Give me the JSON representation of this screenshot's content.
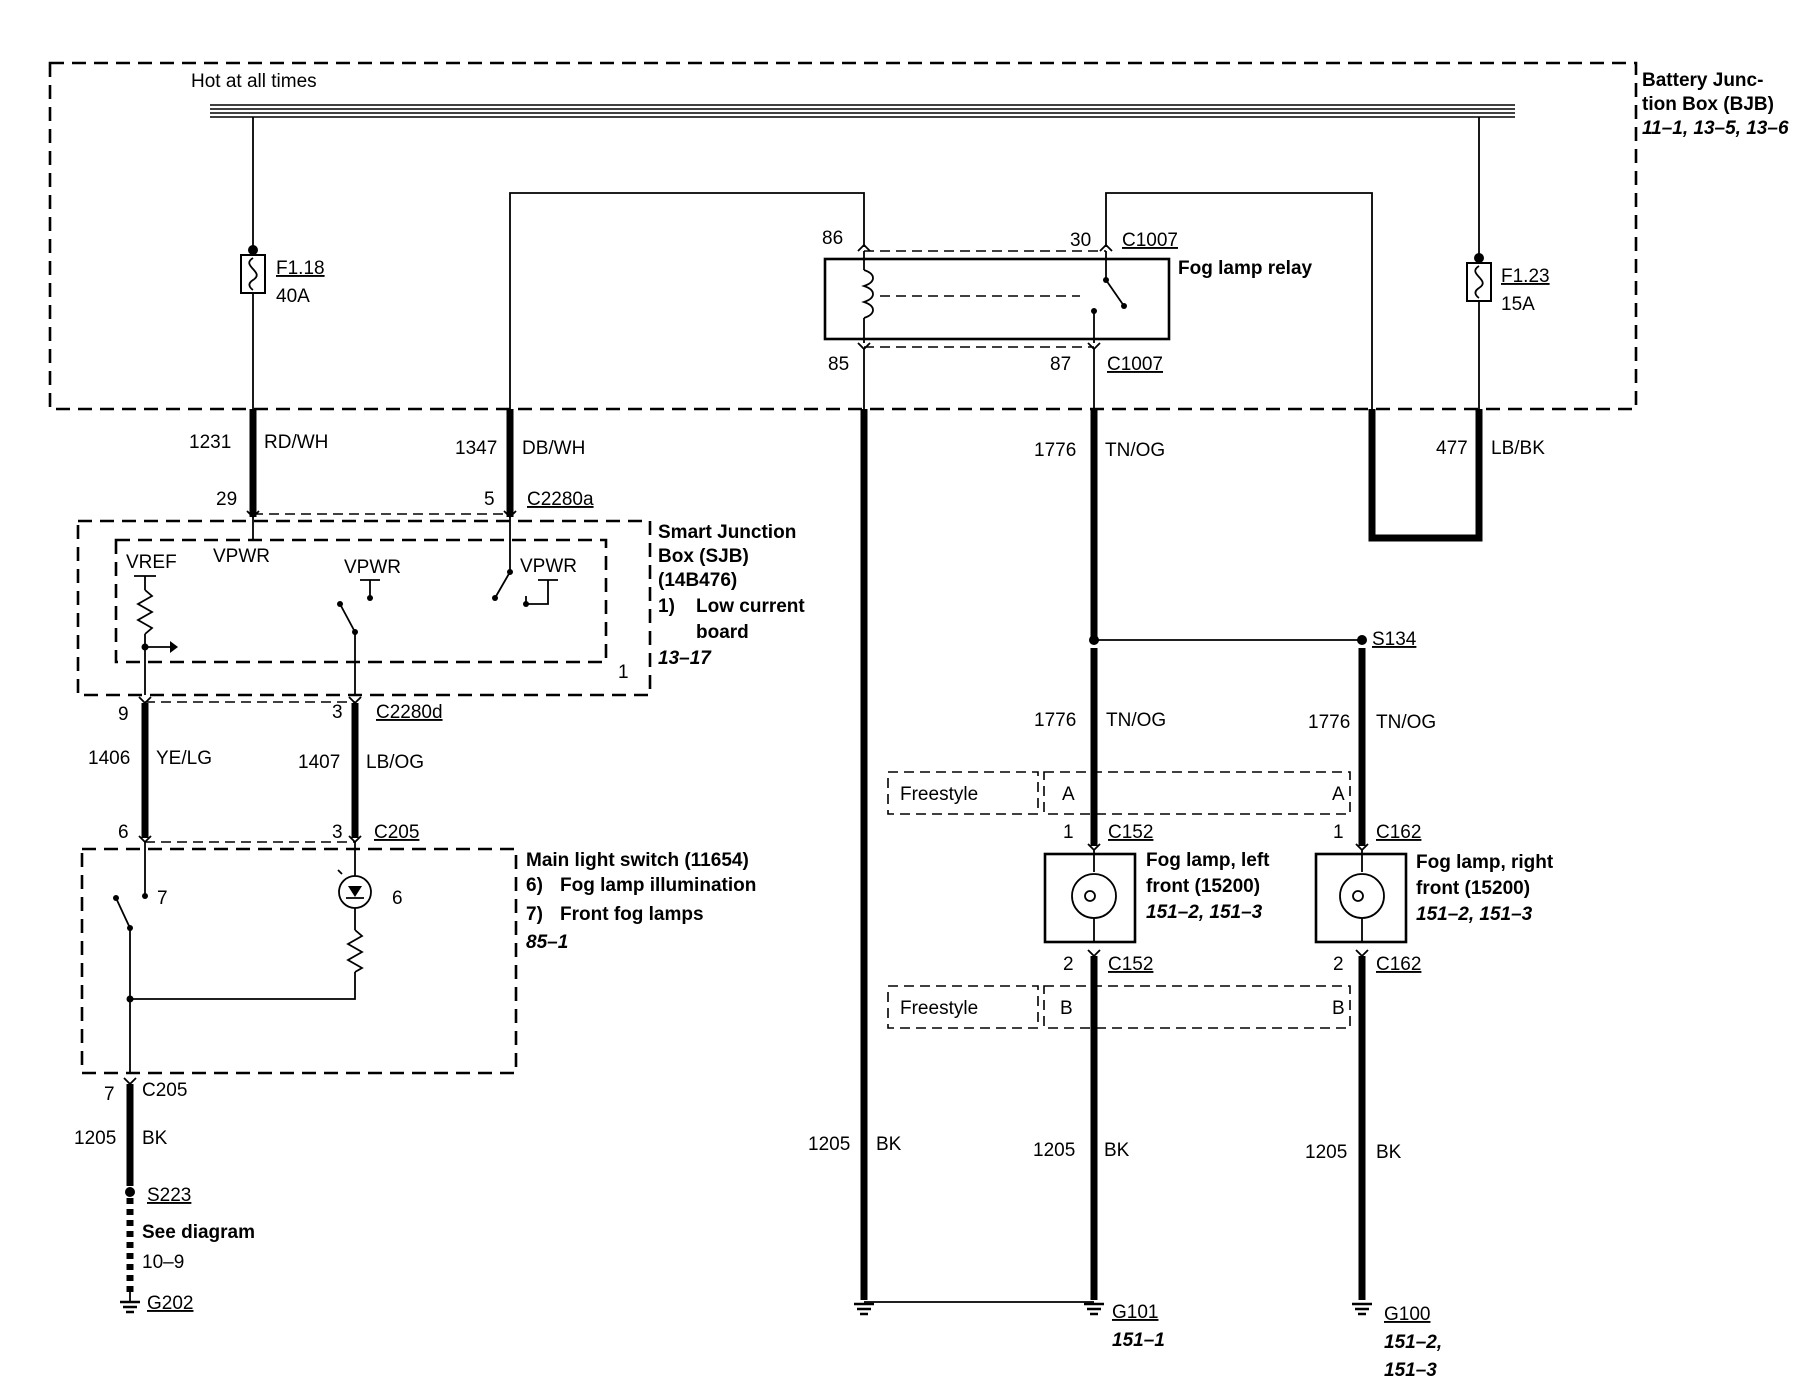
{
  "bjb": {
    "hot_label": "Hot at all times",
    "title_line1": "Battery Junc-",
    "title_line2": "tion Box (BJB)",
    "refs": "11–1, 13–5, 13–6"
  },
  "fuses": {
    "f118": {
      "name": "F1.18",
      "rating": "40A"
    },
    "f123": {
      "name": "F1.23",
      "rating": "15A"
    }
  },
  "relay": {
    "title": "Fog lamp relay",
    "pin86": "86",
    "pin30": "30",
    "pin85": "85",
    "pin87": "87",
    "conn_top": "C1007",
    "conn_bottom": "C1007"
  },
  "wires": {
    "w1231": {
      "num": "1231",
      "color": "RD/WH"
    },
    "w1347": {
      "num": "1347",
      "color": "DB/WH"
    },
    "w1776a": {
      "num": "1776",
      "color": "TN/OG"
    },
    "w477": {
      "num": "477",
      "color": "LB/BK"
    },
    "w1406": {
      "num": "1406",
      "color": "YE/LG"
    },
    "w1407": {
      "num": "1407",
      "color": "LB/OG"
    },
    "w1205a": {
      "num": "1205",
      "color": "BK"
    },
    "w1205b": {
      "num": "1205",
      "color": "BK"
    },
    "w1776b": {
      "num": "1776",
      "color": "TN/OG"
    },
    "w1776c": {
      "num": "1776",
      "color": "TN/OG"
    },
    "w1205c": {
      "num": "1205",
      "color": "BK"
    },
    "w1205d": {
      "num": "1205",
      "color": "BK"
    }
  },
  "sjb": {
    "pin29": "29",
    "pin5": "5",
    "conn_a": "C2280a",
    "vref": "VREF",
    "vpwr1": "VPWR",
    "vpwr2": "VPWR",
    "vpwr3": "VPWR",
    "title_line1": "Smart Junction",
    "title_line2": "Box (SJB)",
    "title_line3": "(14B476)",
    "note_num": "1)",
    "note_line1": "Low current",
    "note_line2": "board",
    "refs": "13–17",
    "board_marker": "1",
    "pin9": "9",
    "pin3": "3",
    "conn_d": "C2280d"
  },
  "switch": {
    "pin6": "6",
    "pin3": "3",
    "conn_top": "C205",
    "title": "Main light switch (11654)",
    "item6_num": "6)",
    "item6": "Fog lamp illumination",
    "item7_num": "7)",
    "item7": "Front fog lamps",
    "refs": "85–1",
    "marker7": "7",
    "marker6": "6",
    "pin7": "7",
    "conn_bottom": "C205"
  },
  "splice": {
    "s223": "S223",
    "s134": "S134",
    "see_diagram": "See diagram",
    "see_ref": "10–9"
  },
  "grounds": {
    "g202": "G202",
    "g101": "G101",
    "g101_ref": "151–1",
    "g100": "G100",
    "g100_ref1": "151–2,",
    "g100_ref2": "151–3"
  },
  "freestyle": {
    "label1": "Freestyle",
    "label2": "Freestyle",
    "a_left": "A",
    "a_right": "A",
    "b_left": "B",
    "b_right": "B"
  },
  "lamp_left": {
    "pin1": "1",
    "pin2": "2",
    "conn_top": "C152",
    "conn_bottom": "C152",
    "title_line1": "Fog lamp, left",
    "title_line2": "front (15200)",
    "refs": "151–2, 151–3"
  },
  "lamp_right": {
    "pin1": "1",
    "pin2": "2",
    "conn_top": "C162",
    "conn_bottom": "C162",
    "title_line1": "Fog lamp, right",
    "title_line2": "front (15200)",
    "refs": "151–2, 151–3"
  }
}
